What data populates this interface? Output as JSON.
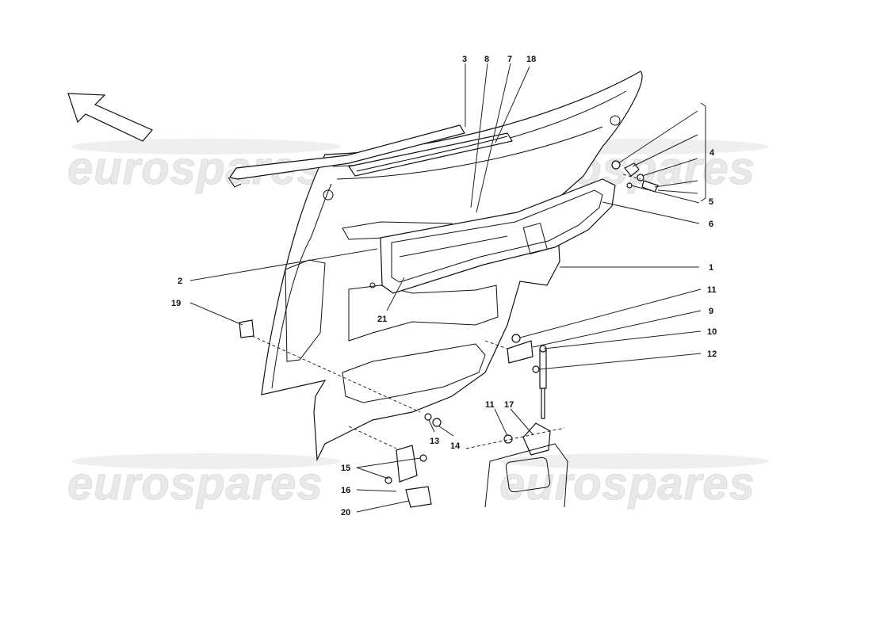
{
  "watermark": {
    "text": "eurospares"
  },
  "callouts": [
    {
      "id": "c1",
      "label": "1"
    },
    {
      "id": "c2",
      "label": "2"
    },
    {
      "id": "c3",
      "label": "3"
    },
    {
      "id": "c4",
      "label": "4"
    },
    {
      "id": "c5",
      "label": "5"
    },
    {
      "id": "c6",
      "label": "6"
    },
    {
      "id": "c7",
      "label": "7"
    },
    {
      "id": "c8",
      "label": "8"
    },
    {
      "id": "c9",
      "label": "9"
    },
    {
      "id": "c10",
      "label": "10"
    },
    {
      "id": "c11a",
      "label": "11"
    },
    {
      "id": "c11b",
      "label": "11"
    },
    {
      "id": "c12",
      "label": "12"
    },
    {
      "id": "c13",
      "label": "13"
    },
    {
      "id": "c14",
      "label": "14"
    },
    {
      "id": "c15",
      "label": "15"
    },
    {
      "id": "c16",
      "label": "16"
    },
    {
      "id": "c17",
      "label": "17"
    },
    {
      "id": "c18",
      "label": "18"
    },
    {
      "id": "c19",
      "label": "19"
    },
    {
      "id": "c20",
      "label": "20"
    },
    {
      "id": "c21",
      "label": "21"
    }
  ],
  "icons": {
    "direction_arrow": "direction-arrow-icon"
  }
}
